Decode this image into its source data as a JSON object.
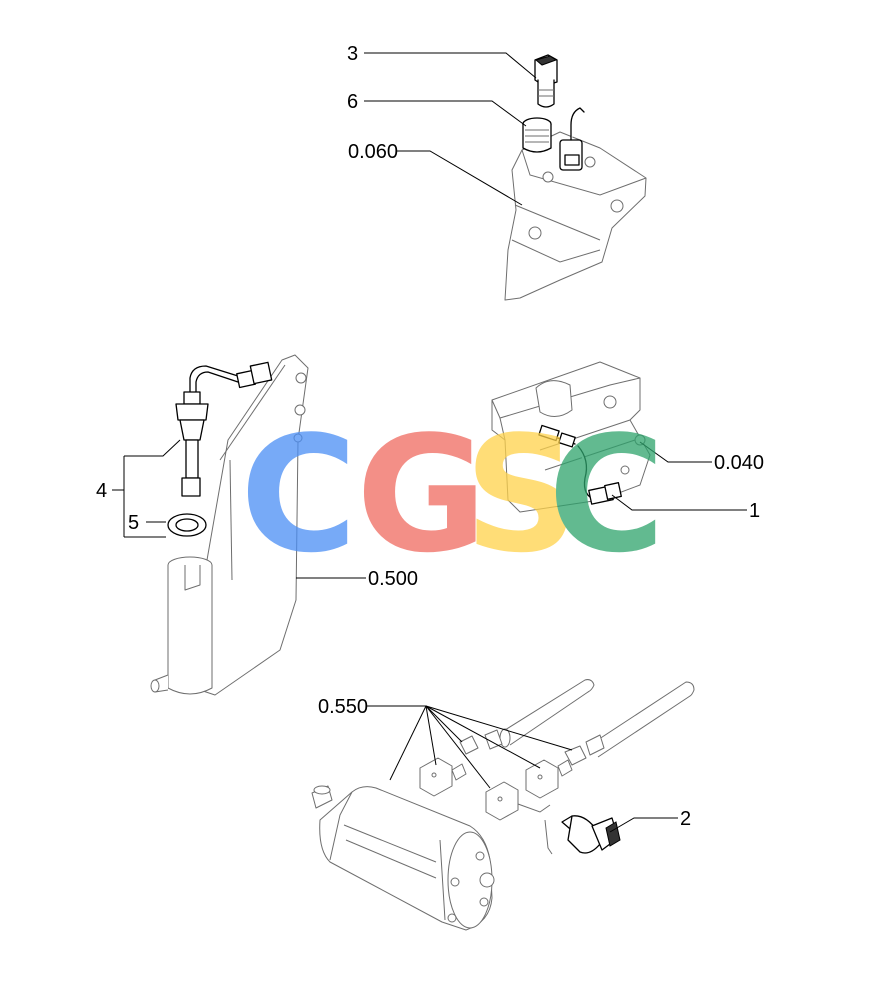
{
  "labels": {
    "l3": "3",
    "l6": "6",
    "l0060": "0.060",
    "l4": "4",
    "l5": "5",
    "l0500": "0.500",
    "l0040": "0.040",
    "l1": "1",
    "l0550": "0.550",
    "l2": "2"
  },
  "watermark": {
    "c1": "C",
    "g": "G",
    "s": "S",
    "c2": "C"
  },
  "colors": {
    "watermark_blue": "#4a8ef5",
    "watermark_red": "#f06a60",
    "watermark_yellow": "#ffd24a",
    "watermark_green": "#2ea36c"
  }
}
